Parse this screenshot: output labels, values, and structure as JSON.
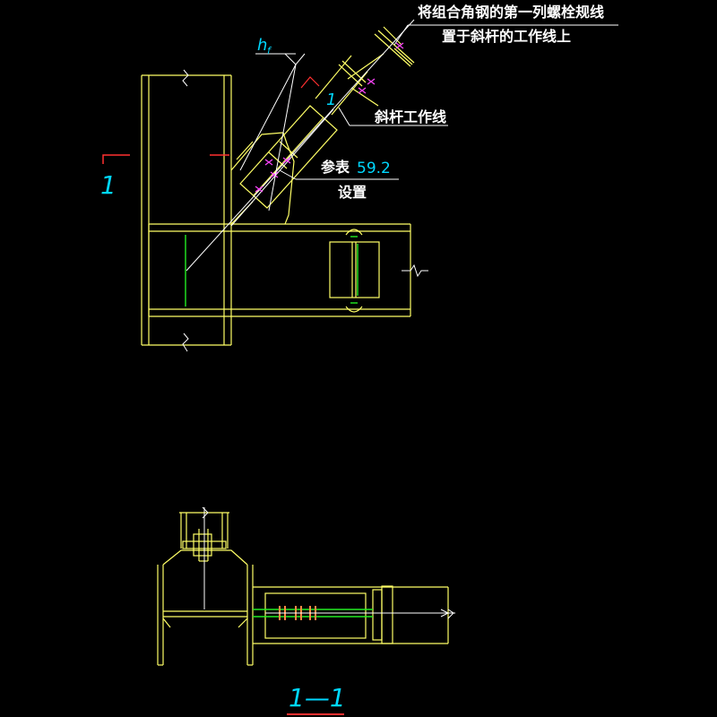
{
  "annotations": {
    "bolt_line_note_1": "将组合角钢的第一列螺栓规线",
    "bolt_line_note_2": "置于斜杆的工作线上",
    "brace_work_line": "斜杆工作线",
    "ref_prefix": "参表",
    "ref_number": "59.2",
    "ref_suffix": "设置",
    "weld_symbol_h": "h",
    "weld_symbol_sub": "f",
    "section_mark": "1",
    "section_title": "1—1"
  },
  "colors": {
    "background": "#000000",
    "structure": "#ffff66",
    "centerline": "#ffffff",
    "leader": "#ffffff",
    "section_mark": "#ff3030",
    "label": "#00d8ff",
    "weld": "#22ee22",
    "bolt": "#ff44ff"
  }
}
